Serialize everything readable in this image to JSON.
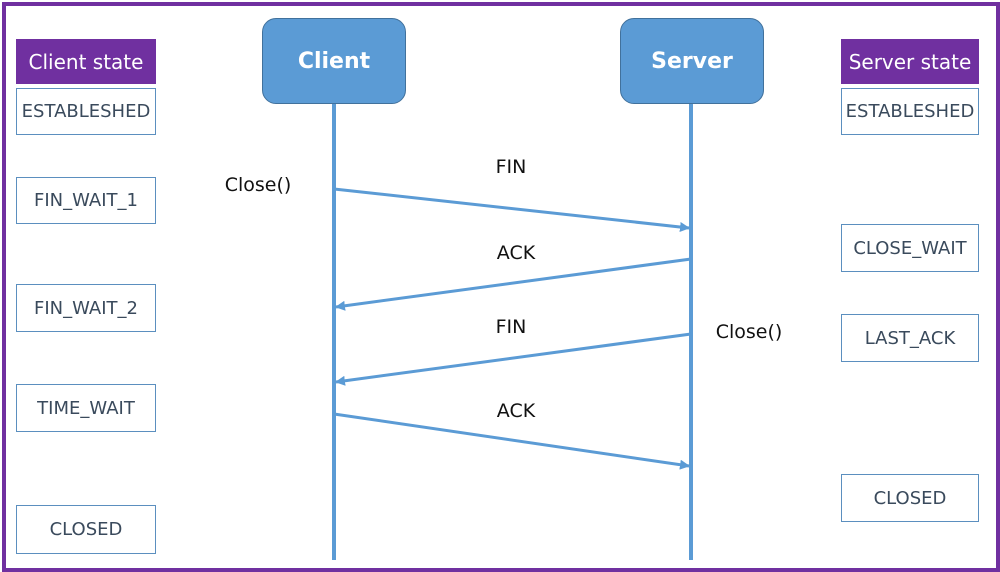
{
  "client_state_header": "Client state",
  "server_state_header": "Server state",
  "client_actor": "Client",
  "server_actor": "Server",
  "client_states": [
    "ESTABLESHED",
    "FIN_WAIT_1",
    "FIN_WAIT_2",
    "TIME_WAIT",
    "CLOSED"
  ],
  "server_states": [
    "ESTABLESHED",
    "CLOSE_WAIT",
    "LAST_ACK",
    "CLOSED"
  ],
  "messages": [
    {
      "label": "FIN",
      "from": "Client",
      "to": "Server"
    },
    {
      "label": "ACK",
      "from": "Server",
      "to": "Client"
    },
    {
      "label": "FIN",
      "from": "Server",
      "to": "Client"
    },
    {
      "label": "ACK",
      "from": "Client",
      "to": "Server"
    }
  ],
  "client_call": "Close()",
  "server_call": "Close()",
  "colors": {
    "frame": "#7030a0",
    "header": "#7030a0",
    "actor": "#5b9bd5",
    "line": "#5b9bd5",
    "state_border": "#5b8fbf"
  }
}
